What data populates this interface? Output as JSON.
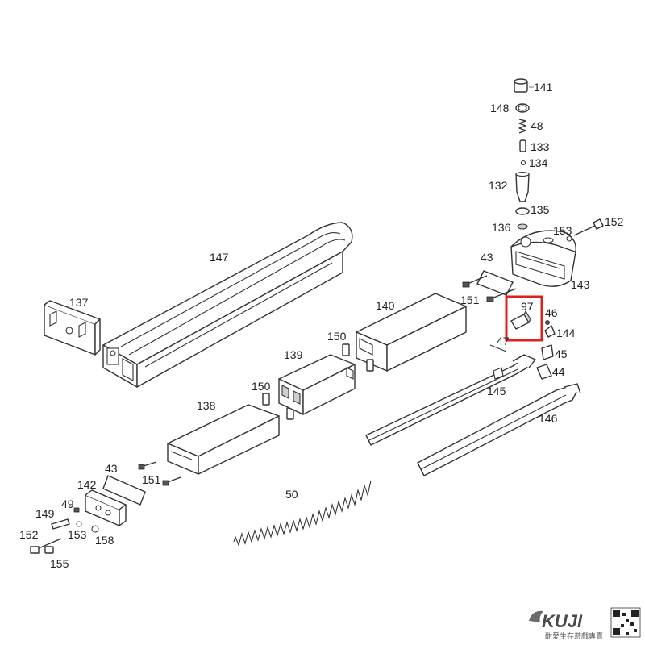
{
  "labels": {
    "p141": "141",
    "p148": "148",
    "p48": "48",
    "p133": "133",
    "p134": "134",
    "p132": "132",
    "p135": "135",
    "p136": "136",
    "p153a": "153",
    "p152a": "152",
    "p43a": "43",
    "p143": "143",
    "p147": "147",
    "p137": "137",
    "p151a": "151",
    "p97": "97",
    "p46": "46",
    "p144": "144",
    "p47": "47",
    "p45": "45",
    "p44": "44",
    "p140": "140",
    "p150a": "150",
    "p139": "139",
    "p150b": "150",
    "p138": "138",
    "p145": "145",
    "p146": "146",
    "p43b": "43",
    "p151b": "151",
    "p142": "142",
    "p49": "49",
    "p149": "149",
    "p50": "50",
    "p152b": "152",
    "p153b": "153",
    "p158": "158",
    "p155": "155"
  },
  "highlight": {
    "part": "97",
    "color": "#e0201c"
  },
  "branding": {
    "logo": "KUJI",
    "tagline": "酣愛生存遊戲專賣"
  }
}
